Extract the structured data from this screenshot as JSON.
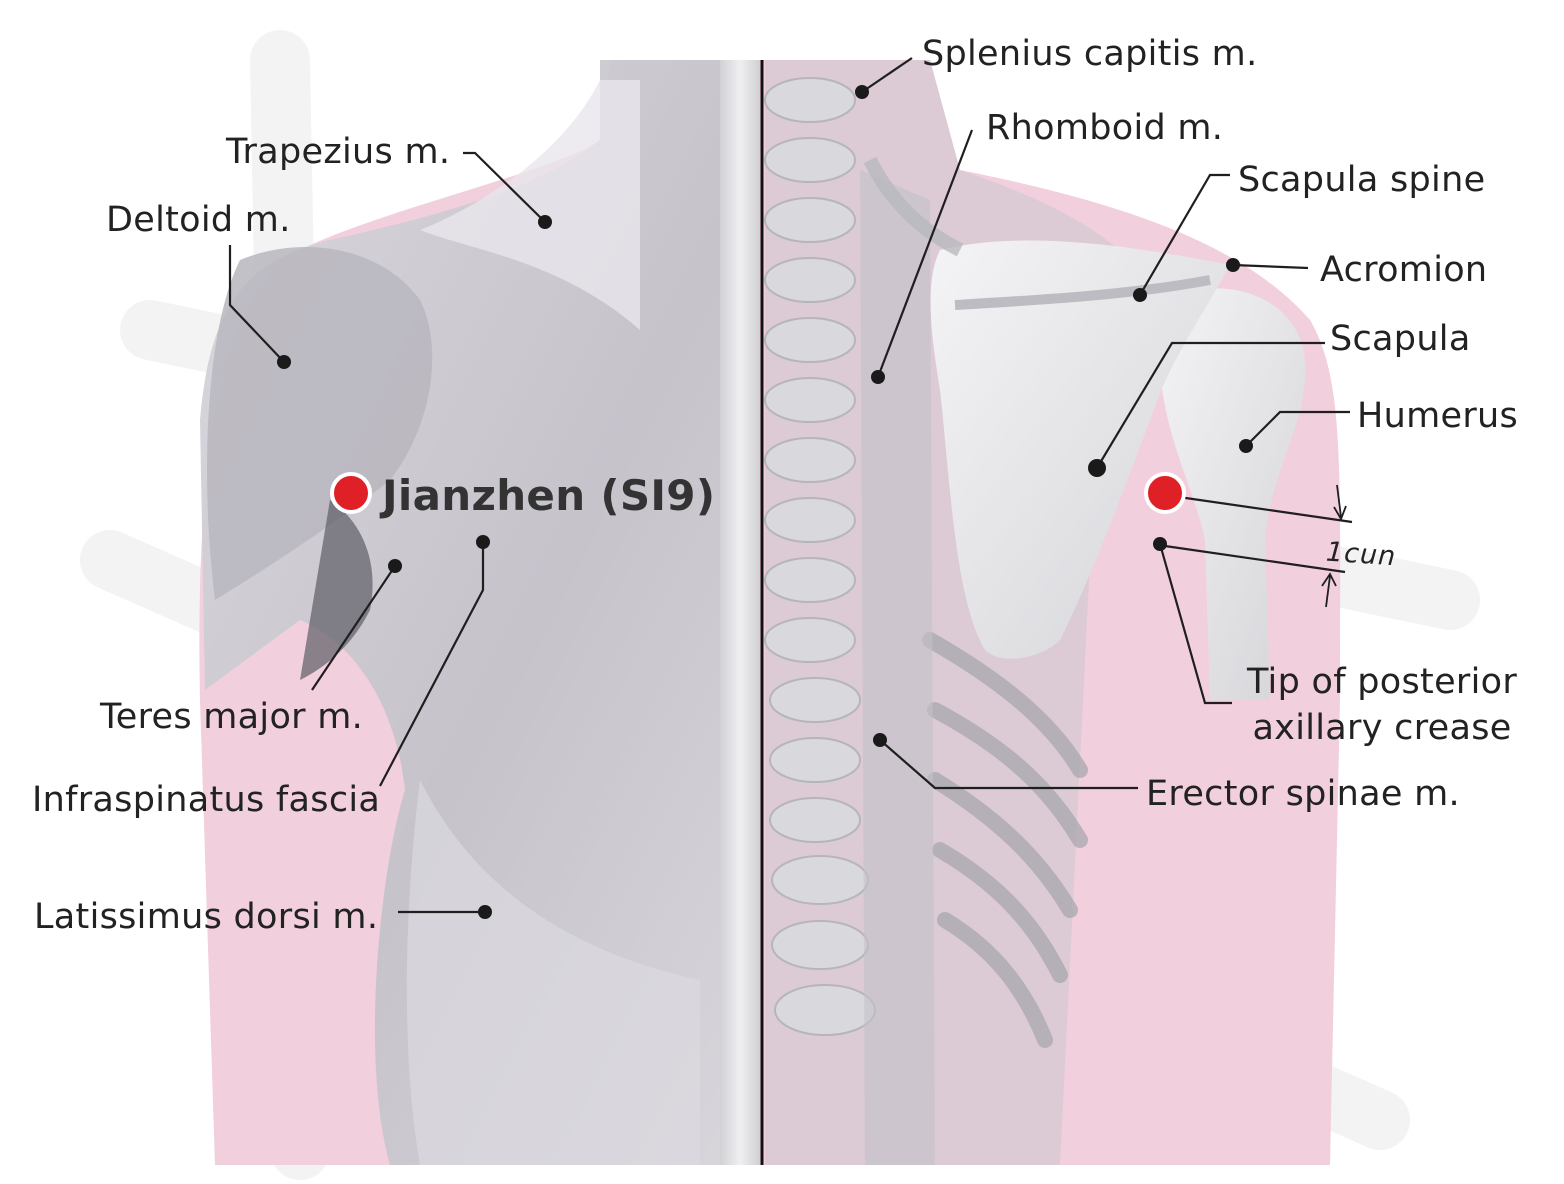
{
  "title": "Jianzhen (SI9)",
  "measurement": "1cun",
  "labels": {
    "splenius_capitis": "Splenius capitis m.",
    "rhomboid": "Rhomboid m.",
    "scapula_spine": "Scapula spine",
    "acromion": "Acromion",
    "scapula": "Scapula",
    "humerus": "Humerus",
    "trapezius": "Trapezius m.",
    "deltoid": "Deltoid m.",
    "teres_major": "Teres major m.",
    "infraspinatus_fascia": "Infraspinatus fascia",
    "latissimus_dorsi": "Latissimus dorsi m.",
    "erector_spinae": "Erector spinae m.",
    "axillary_crease_line1": "Tip of posterior",
    "axillary_crease_line2": "axillary crease"
  },
  "colors": {
    "acupoint": "#e02027",
    "leader": "#1f1f1f",
    "skin_pink": "#f2cfdc",
    "muscle_gray": "#c6c6cc",
    "bone_light": "#ececee",
    "watermark": "#f3f3f3"
  }
}
